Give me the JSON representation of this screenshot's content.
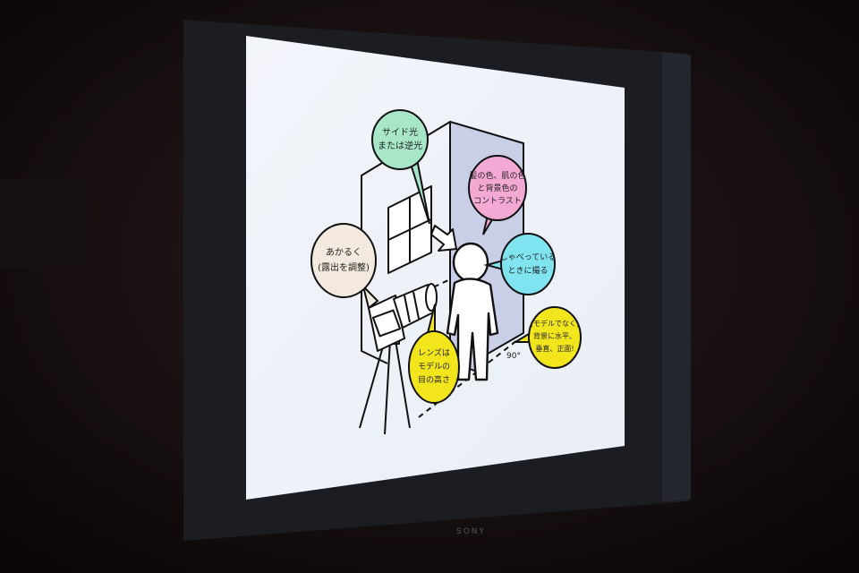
{
  "photo": {
    "monitor_brand": "SONY",
    "colors": {
      "room": "#140c0d",
      "bezel": "#1b1d22",
      "screen": "#f4f7fb",
      "bubble_green": "#a8e6c8",
      "bubble_pink": "#f4a9d4",
      "bubble_cyan": "#7fe3f0",
      "bubble_yellow": "#f2e51c",
      "bubble_cream": "#f3e9de",
      "wall": "#c9cfe6"
    }
  },
  "slide": {
    "bubbles": {
      "side_light": {
        "lines": [
          "サイド光",
          "または逆光"
        ]
      },
      "contrast": {
        "lines": [
          "髪の色、肌の色",
          "と背景色の",
          "コントラスト"
        ]
      },
      "talking": {
        "lines": [
          "しゃべっている",
          "ときに撮る"
        ]
      },
      "level": {
        "lines": [
          "(モデルでなく)",
          "背景に水平、",
          "垂直、正面!"
        ]
      },
      "bright": {
        "lines": [
          "あかるく",
          "(露出を調整)"
        ]
      },
      "lens": {
        "lines": [
          "レンズは",
          "モデルの",
          "目の高さ"
        ]
      }
    },
    "angle_label": "90°"
  }
}
